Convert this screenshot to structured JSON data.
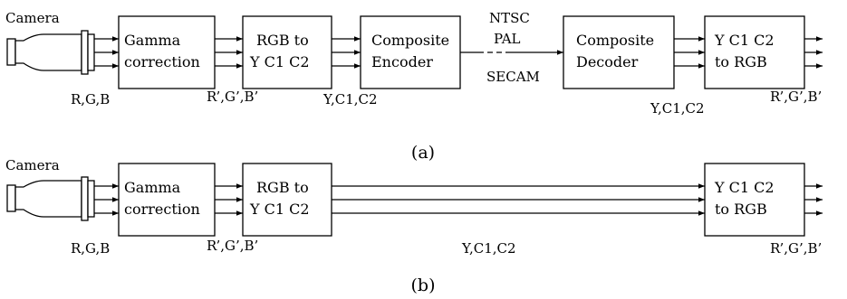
{
  "panel_a": {
    "camera_label": "Camera",
    "gamma": {
      "line1": "Gamma",
      "line2": "correction"
    },
    "rgb_to_yc": {
      "line1": "RGB to",
      "line2": "Y C1 C2"
    },
    "encoder": {
      "line1": "Composite",
      "line2": "Encoder"
    },
    "standards": {
      "ntsc": "NTSC",
      "pal": "PAL",
      "secam": "SECAM"
    },
    "decoder": {
      "line1": "Composite",
      "line2": "Decoder"
    },
    "yc_to_rgb": {
      "line1": "Y C1 C2",
      "line2": "to RGB"
    },
    "signal_rgb": "R,G,B",
    "signal_rgb_prime": "R’,G’,B’",
    "signal_yc_encoder": "Y,C1,C2",
    "signal_yc_decoder": "Y,C1,C2",
    "signal_out": "R’,G’,B’",
    "caption": "(a)"
  },
  "panel_b": {
    "camera_label": "Camera",
    "gamma": {
      "line1": "Gamma",
      "line2": "correction"
    },
    "rgb_to_yc": {
      "line1": "RGB to",
      "line2": "Y C1 C2"
    },
    "yc_to_rgb": {
      "line1": "Y C1 C2",
      "line2": "to RGB"
    },
    "signal_rgb": "R,G,B",
    "signal_rgb_prime": "R’,G’,B’",
    "signal_yc": "Y,C1,C2",
    "signal_out": "R’,G’,B’",
    "caption": "(b)"
  }
}
